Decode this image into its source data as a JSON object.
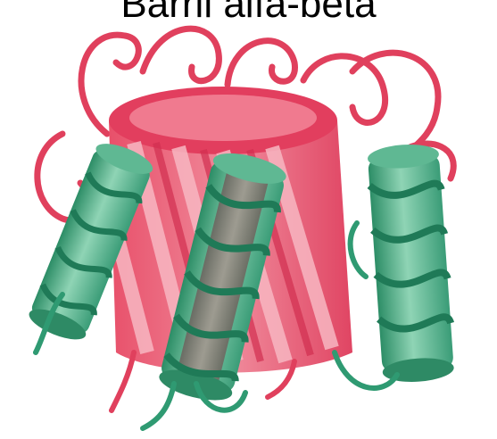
{
  "title": "Barril alfa-beta",
  "colors": {
    "beta_barrel": "#e8506a",
    "beta_barrel_light": "#f39aa8",
    "beta_barrel_dark": "#c72f4b",
    "loop_red": "#e0405d",
    "helix": "#3fa57f",
    "helix_light": "#7fcba9",
    "helix_dark": "#1f7a57",
    "helix_core": "#8a7d78",
    "loop_green": "#2f9a72"
  },
  "icons": [
    "beta-barrel",
    "alpha-helix-cylinder",
    "coil-loop"
  ]
}
